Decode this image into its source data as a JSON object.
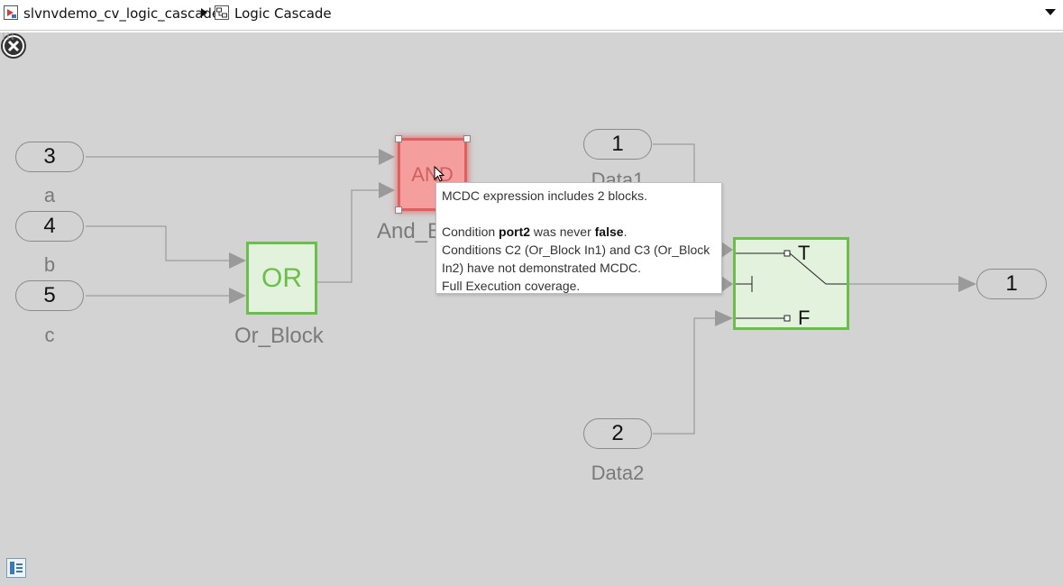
{
  "breadcrumb": {
    "model_name": "slvnvdemo_cv_logic_cascade",
    "subsystem_name": "Logic Cascade"
  },
  "inports": [
    {
      "number": "3",
      "label": "a"
    },
    {
      "number": "4",
      "label": "b"
    },
    {
      "number": "5",
      "label": "c"
    },
    {
      "number": "1",
      "label": "Data1"
    },
    {
      "number": "2",
      "label": "Data2"
    }
  ],
  "outport": {
    "number": "1"
  },
  "blocks": {
    "or_block": {
      "text": "OR",
      "label": "Or_Block"
    },
    "and_block": {
      "text": "AND",
      "label": "And_Block"
    },
    "switch": {
      "true_label": "T",
      "false_label": "F"
    }
  },
  "tooltip": {
    "line1": "MCDC expression includes 2 blocks.",
    "cond_prefix": "Condition ",
    "cond_port": "port2",
    "cond_mid": " was never ",
    "cond_value": "false",
    "cond_suffix": ".",
    "line3": "Conditions C2 (Or_Block In1) and C3 (Or_Block In2) have not demonstrated MCDC.",
    "line4": "Full Execution coverage."
  },
  "colors": {
    "coverage_full": "#6abf4b",
    "coverage_missing": "#e06060",
    "canvas": "#d3d3d3"
  },
  "icons": [
    "model-icon",
    "subsystem-icon",
    "breadcrumb-arrow-icon",
    "dropdown-icon",
    "close-icon",
    "model-browser-icon"
  ]
}
